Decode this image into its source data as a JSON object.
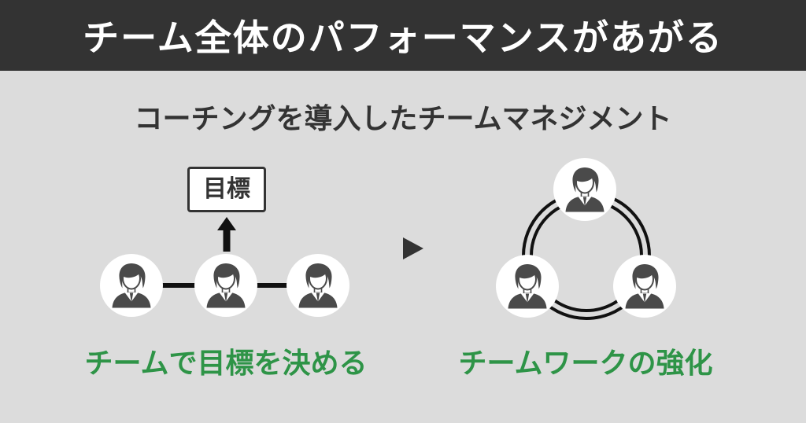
{
  "banner": {
    "title": "チーム全体のパフォーマンスがあがる"
  },
  "subtitle": "コーチングを導入したチームマネジメント",
  "left_diagram": {
    "goal_label": "目標",
    "caption": "チームで目標を決める",
    "members": 3
  },
  "right_diagram": {
    "caption": "チームワークの強化",
    "members": 3
  },
  "icons": {
    "person_avatar": "businessman-bust",
    "up_arrow": "↑",
    "transition_arrow": "▶",
    "team_ring": "double-circle"
  },
  "colors": {
    "background": "#dcdcdc",
    "dark": "#333333",
    "accent_green": "#2e9447",
    "icon_gray": "#4a4a4a",
    "line_black": "#111111",
    "white": "#ffffff"
  }
}
